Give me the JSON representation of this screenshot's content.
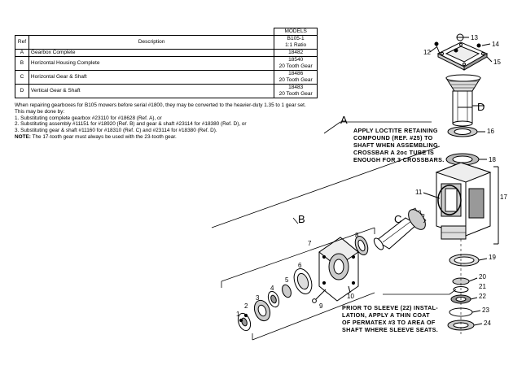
{
  "table": {
    "title": "MODELS",
    "headers": {
      "ref": "Ref",
      "description": "Description"
    },
    "model_header": [
      "B105-1",
      "1:1 Ratio"
    ],
    "rows": [
      {
        "ref": "A",
        "description": "Gearbox Complete",
        "model": [
          "18482",
          ""
        ]
      },
      {
        "ref": "B",
        "description": "Horizontal Housing Complete",
        "model": [
          "18540",
          "20 Tooth Gear"
        ]
      },
      {
        "ref": "C",
        "description": "Horizontal Gear & Shaft",
        "model": [
          "18486",
          "20 Tooth Gear"
        ]
      },
      {
        "ref": "D",
        "description": "Vertical Gear & Shaft",
        "model": [
          "18483",
          "20 Tooth Gear"
        ]
      }
    ]
  },
  "notes": [
    "When repairing gearboxes for B105 mowers before serial #1800, they may be converted to the heavier-duty 1.35 to 1 gear set.",
    "This may be done by:",
    "1.  Substituting complete gearbox #23110 for #18628 (Ref. A), or",
    "2.  Substituting assembly #11151 for #18920 (Ref. B) and gear & shaft #23114 for #18380 (Ref. D), or",
    "3.  Substituting gear & shaft #11160 for #18310 (Ref. C) and #23114 for #18380 (Ref. D)."
  ],
  "note_bold": "NOTE:",
  "note_text": "The 17-tooth gear must always be used with the 23-tooth gear.",
  "callouts": {
    "loctite": [
      "APPLY LOCTITE RETAINING",
      "COMPOUND (REF. #25) TO",
      "SHAFT WHEN ASSEMBLING",
      "CROSSBAR A 2oc TUBE IS",
      "ENOUGH FOR 3 CROSSBARS."
    ],
    "sleeve": [
      "PRIOR TO SLEEVE (22) INSTAL-",
      "LATION, APPLY A THIN COAT",
      "OF PERMATEX #3 TO AREA OF",
      "SHAFT WHERE SLEEVE SEATS."
    ]
  },
  "ref_letters": {
    "a": "A",
    "b": "B",
    "c": "C",
    "d": "D"
  },
  "part_numbers": {
    "p13": "13",
    "p14": "14",
    "p15": "15",
    "p12": "12",
    "p16": "16",
    "p18": "18",
    "p17": "17",
    "p11": "11",
    "p19": "19",
    "p20": "20",
    "p21": "21",
    "p22": "22",
    "p23": "23",
    "p24": "24",
    "p7": "7",
    "p8": "8",
    "p6": "6",
    "p5": "5",
    "p4": "4",
    "p3": "3",
    "p2": "2",
    "p1": "1",
    "p9": "9",
    "p10": "10"
  }
}
